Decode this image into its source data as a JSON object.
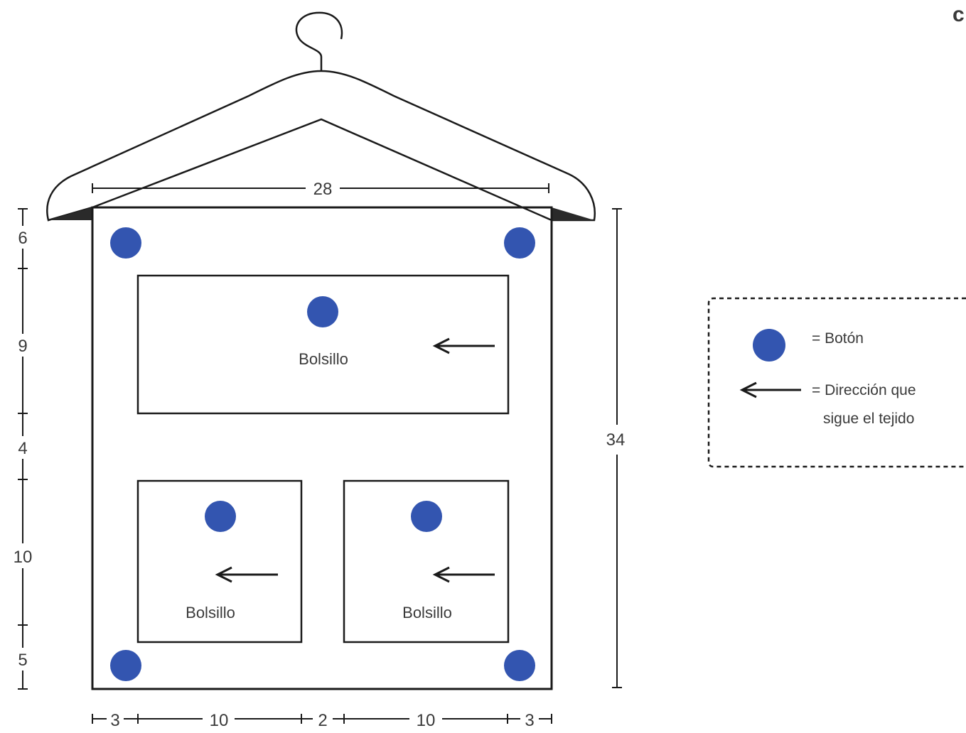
{
  "dimensions": {
    "top_width": "28",
    "right_height": "34",
    "left_segments": [
      "6",
      "9",
      "4",
      "10",
      "5"
    ],
    "bottom_segments": [
      "3",
      "10",
      "2",
      "10",
      "3"
    ]
  },
  "pockets": [
    {
      "label": "Bolsillo"
    },
    {
      "label": "Bolsillo"
    },
    {
      "label": "Bolsillo"
    }
  ],
  "legend": {
    "button_label": "= Botón",
    "arrow_label_line1": "= Dirección que",
    "arrow_label_line2": "sigue el tejido"
  },
  "corner_fragment": "c",
  "colors": {
    "button_blue": "#3355b0",
    "line": "#1a1a1a",
    "hanger_fill": "#2a2a2a"
  }
}
